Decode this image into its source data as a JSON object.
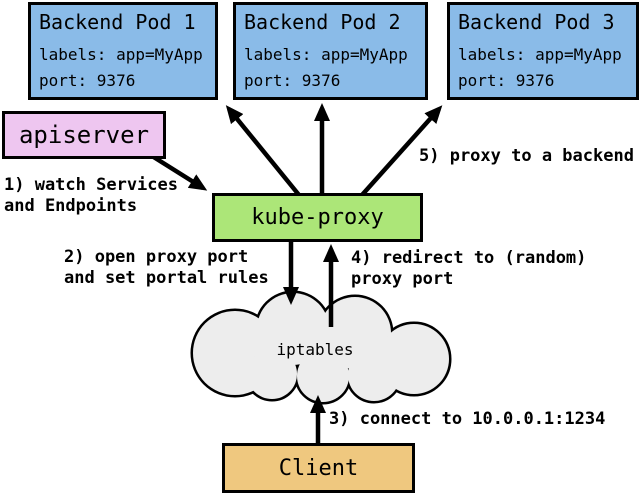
{
  "pods": [
    {
      "title": "Backend Pod 1",
      "labels_line": "labels: app=MyApp",
      "port_line": "port: 9376"
    },
    {
      "title": "Backend Pod 2",
      "labels_line": "labels: app=MyApp",
      "port_line": "port: 9376"
    },
    {
      "title": "Backend Pod 3",
      "labels_line": "labels: app=MyApp",
      "port_line": "port: 9376"
    }
  ],
  "nodes": {
    "apiserver": "apiserver",
    "kube_proxy": "kube-proxy",
    "iptables": "iptables",
    "client": "Client"
  },
  "annotations": {
    "step1_line1": "1) watch Services",
    "step1_line2": "and Endpoints",
    "step2_line1": "2) open proxy port",
    "step2_line2": "and set portal rules",
    "step3": "3) connect to 10.0.0.1:1234",
    "step4_line1": "4) redirect to (random)",
    "step4_line2": "proxy port",
    "step5": "5) proxy to a backend"
  },
  "colors": {
    "pod_fill": "#8abbe8",
    "apiserver_fill": "#eec6f0",
    "kube_proxy_fill": "#ace678",
    "client_fill": "#efc87f",
    "cloud_fill": "#ededed",
    "outline": "#000000",
    "background": "#ffffff"
  }
}
